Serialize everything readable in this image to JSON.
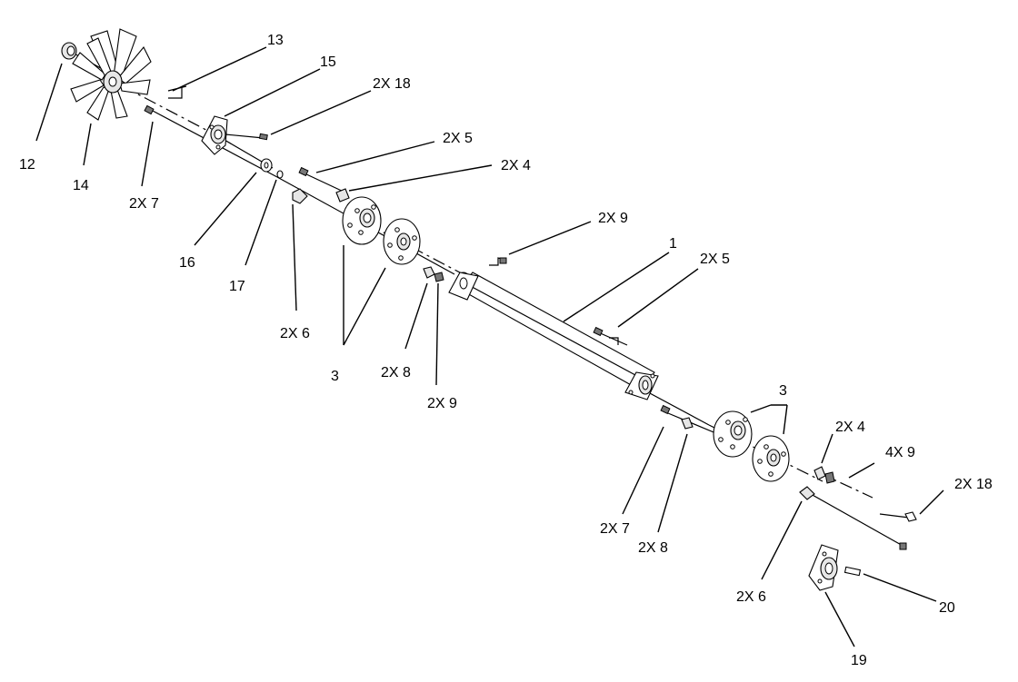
{
  "diagram": {
    "callouts": [
      {
        "id": "c13",
        "text": "13"
      },
      {
        "id": "c15",
        "text": "15"
      },
      {
        "id": "c2x18a",
        "text": "2X 18"
      },
      {
        "id": "c12",
        "text": "12"
      },
      {
        "id": "c14",
        "text": "14"
      },
      {
        "id": "c2x7a",
        "text": "2X 7"
      },
      {
        "id": "c2x5a",
        "text": "2X 5"
      },
      {
        "id": "c2x4a",
        "text": "2X 4"
      },
      {
        "id": "c16",
        "text": "16"
      },
      {
        "id": "c17",
        "text": "17"
      },
      {
        "id": "c2x6a",
        "text": "2X 6"
      },
      {
        "id": "c2x9a",
        "text": "2X 9"
      },
      {
        "id": "c1",
        "text": "1"
      },
      {
        "id": "c2x5b",
        "text": "2X 5"
      },
      {
        "id": "c3a",
        "text": "3"
      },
      {
        "id": "c2x8a",
        "text": "2X 8"
      },
      {
        "id": "c2x9b",
        "text": "2X 9"
      },
      {
        "id": "c3b",
        "text": "3"
      },
      {
        "id": "c2x4b",
        "text": "2X 4"
      },
      {
        "id": "c4x9",
        "text": "4X 9"
      },
      {
        "id": "c2x18b",
        "text": "2X 18"
      },
      {
        "id": "c2x7b",
        "text": "2X 7"
      },
      {
        "id": "c2x8b",
        "text": "2X 8"
      },
      {
        "id": "c2x6b",
        "text": "2X 6"
      },
      {
        "id": "c20",
        "text": "20"
      },
      {
        "id": "c19",
        "text": "19"
      }
    ]
  }
}
